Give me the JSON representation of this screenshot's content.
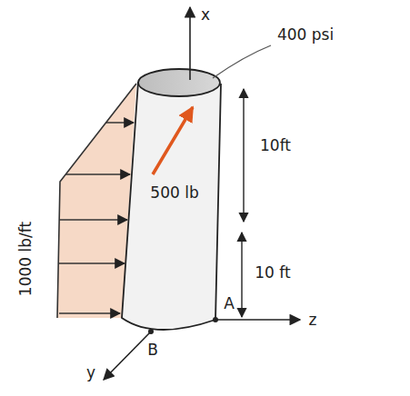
{
  "diagram": {
    "labels": [
      "x",
      "400 psi",
      "500 lb",
      "10ft",
      "10 ft",
      "1000 lb/ft",
      "B",
      "A",
      "z",
      "y"
    ]
  }
}
